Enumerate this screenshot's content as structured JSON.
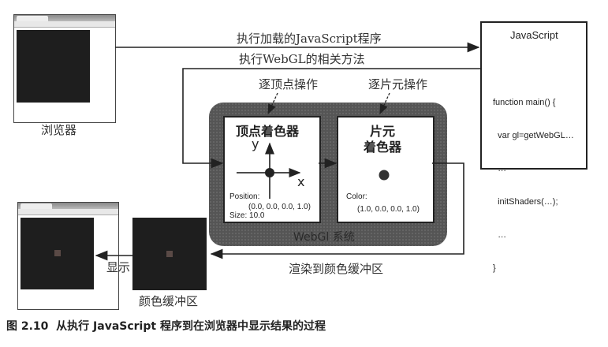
{
  "browser_top": {
    "label": "浏览器"
  },
  "edges": {
    "load_js": "执行加载的JavaScript程序",
    "exec_webgl": "执行WebGL的相关方法",
    "per_vertex": "逐顶点操作",
    "per_fragment": "逐片元操作",
    "render_to_buffer": "渲染到颜色缓冲区",
    "display": "显示"
  },
  "javascript": {
    "title": "JavaScript",
    "code": [
      "function main() {",
      "  var gl=getWebGL…",
      "  …",
      "  initShaders(…);",
      "  …",
      "}"
    ]
  },
  "webgl_system": {
    "label": "WebGl 系统",
    "vertex_shader": {
      "title": "顶点着色器",
      "axis_x": "x",
      "axis_y": "y",
      "position_label": "Position:",
      "position_value": "(0.0, 0.0, 0.0, 1.0)",
      "size_label": "Size: 10.0"
    },
    "fragment_shader": {
      "title_line1": "片元",
      "title_line2": "着色器",
      "color_label": "Color:",
      "color_value": "(1.0, 0.0, 0.0, 1.0)"
    }
  },
  "color_buffer": {
    "label": "颜色缓冲区"
  },
  "caption": "图 2.10  从执行 JavaScript 程序到在浏览器中显示结果的过程"
}
